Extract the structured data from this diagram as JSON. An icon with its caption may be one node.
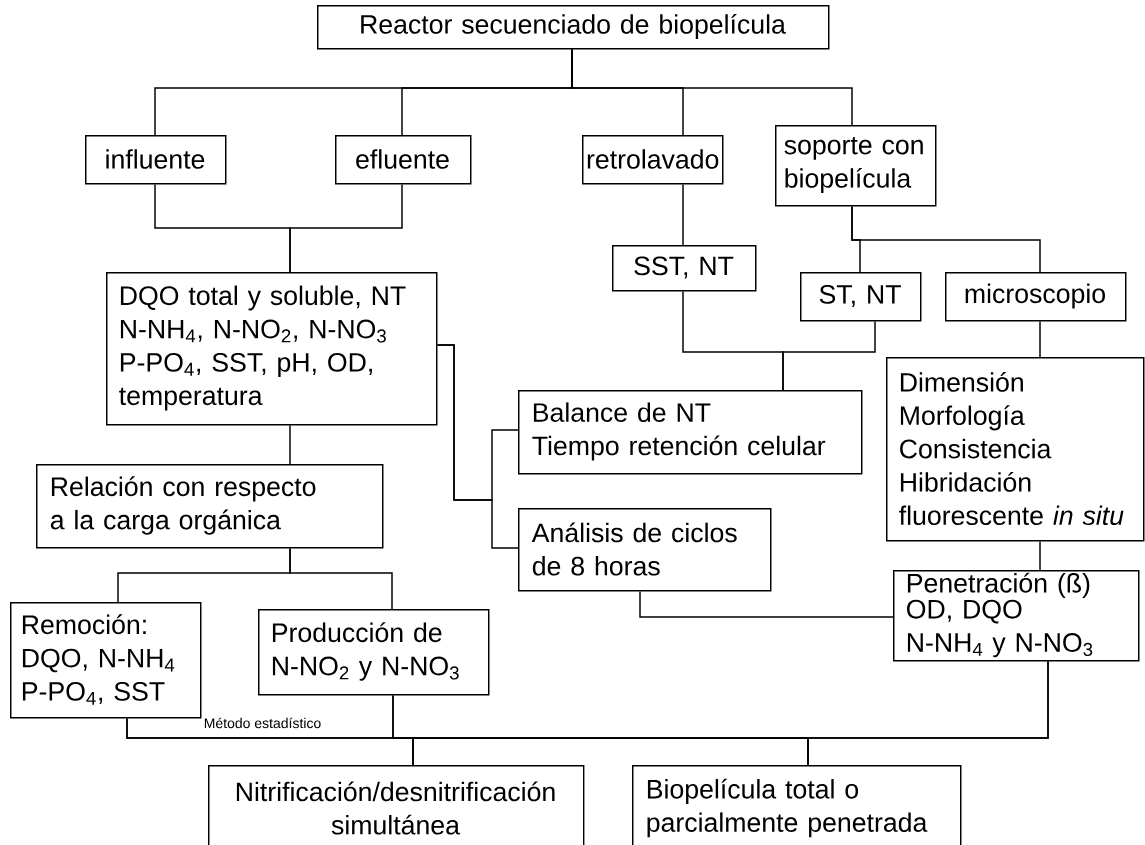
{
  "diagram": {
    "nodes": [
      {
        "text": [
          "Reactor secuenciado de biopelícula"
        ]
      },
      {
        "text": [
          "influente"
        ]
      },
      {
        "text": [
          "efluente"
        ]
      },
      {
        "text": [
          "retrolavado"
        ]
      },
      {
        "text": [
          "soporte con biopelícula"
        ]
      },
      {
        "text": [
          "SST, NT"
        ]
      },
      {
        "text": [
          "ST, NT"
        ]
      },
      {
        "text": [
          "microscopio"
        ]
      },
      {
        "text": [
          "DQO total y soluble, NT N-NH$_{4}$, N-NO$_{2}$, N-NO$_{3}$ P-PO$_{4}$, SST, pH, OD, temperatura"
        ]
      },
      {
        "text": [
          "Relación con respecto a la carga orgánica"
        ]
      },
      {
        "text": [
          "Balance de NT",
          "Tiempo retención celular"
        ]
      },
      {
        "text": [
          "Análisis de ciclos de 8 horas"
        ]
      },
      {
        "text": [
          "Dimensión",
          "Morfología",
          "Consistencia",
          "Hibridación fluorescente *in situ*"
        ]
      },
      {
        "text": [
          "Penetración (ß)",
          "OD, DQO",
          "N-NH$_{4}$ y N-NO$_{3}$"
        ]
      },
      {
        "text": [
          "Remoción:",
          "DQO, N-NH$_{4}$ P-PO$_{4}$, SST"
        ]
      },
      {
        "text": [
          "Producción de N-NO$_{2}$ y N-NO$_{3}$"
        ]
      },
      {
        "text": [
          "Nitrificación/desnitrificación simultánea"
        ]
      },
      {
        "text": [
          "Biopelícula total o parcialmente penetrada"
        ]
      }
    ],
    "edges": [
      {
        "from": 0,
        "to": 1,
        "arrow": "none"
      },
      {
        "from": 0,
        "to": 2,
        "arrow": "none"
      },
      {
        "from": 0,
        "to": 3,
        "arrow": "none"
      },
      {
        "from": 0,
        "to": 4,
        "arrow": "none"
      },
      {
        "from": 1,
        "to": 8,
        "arrow": "none"
      },
      {
        "from": 2,
        "to": 8,
        "arrow": "none"
      },
      {
        "from": 3,
        "to": 5,
        "arrow": "none"
      },
      {
        "from": 4,
        "to": 6,
        "arrow": "none"
      },
      {
        "from": 4,
        "to": 7,
        "arrow": "none"
      },
      {
        "from": 5,
        "to": 10,
        "arrow": "none"
      },
      {
        "from": 6,
        "to": 10,
        "arrow": "none"
      },
      {
        "from": 7,
        "to": 12,
        "arrow": "none"
      },
      {
        "from": 8,
        "to": 9,
        "arrow": "none"
      },
      {
        "from": 8,
        "to": 10,
        "arrow": "none"
      },
      {
        "from": 8,
        "to": 11,
        "arrow": "none"
      },
      {
        "from": 11,
        "to": 13,
        "arrow": "none"
      },
      {
        "from": 12,
        "to": 13,
        "arrow": "none"
      },
      {
        "from": 9,
        "to": 14,
        "arrow": "none"
      },
      {
        "from": 9,
        "to": 15,
        "arrow": "none"
      },
      {
        "from": 14,
        "to": 16,
        "arrow": "none"
      },
      {
        "from": 14,
        "to": 17,
        "arrow": "none"
      },
      {
        "from": 15,
        "to": 16,
        "arrow": "none"
      },
      {
        "from": 15,
        "to": 17,
        "arrow": "none"
      },
      {
        "from": 13,
        "to": 16,
        "arrow": "none"
      },
      {
        "from": 13,
        "to": 17,
        "arrow": "none"
      }
    ],
    "labels": [
      "Método estadístico"
    ]
  }
}
